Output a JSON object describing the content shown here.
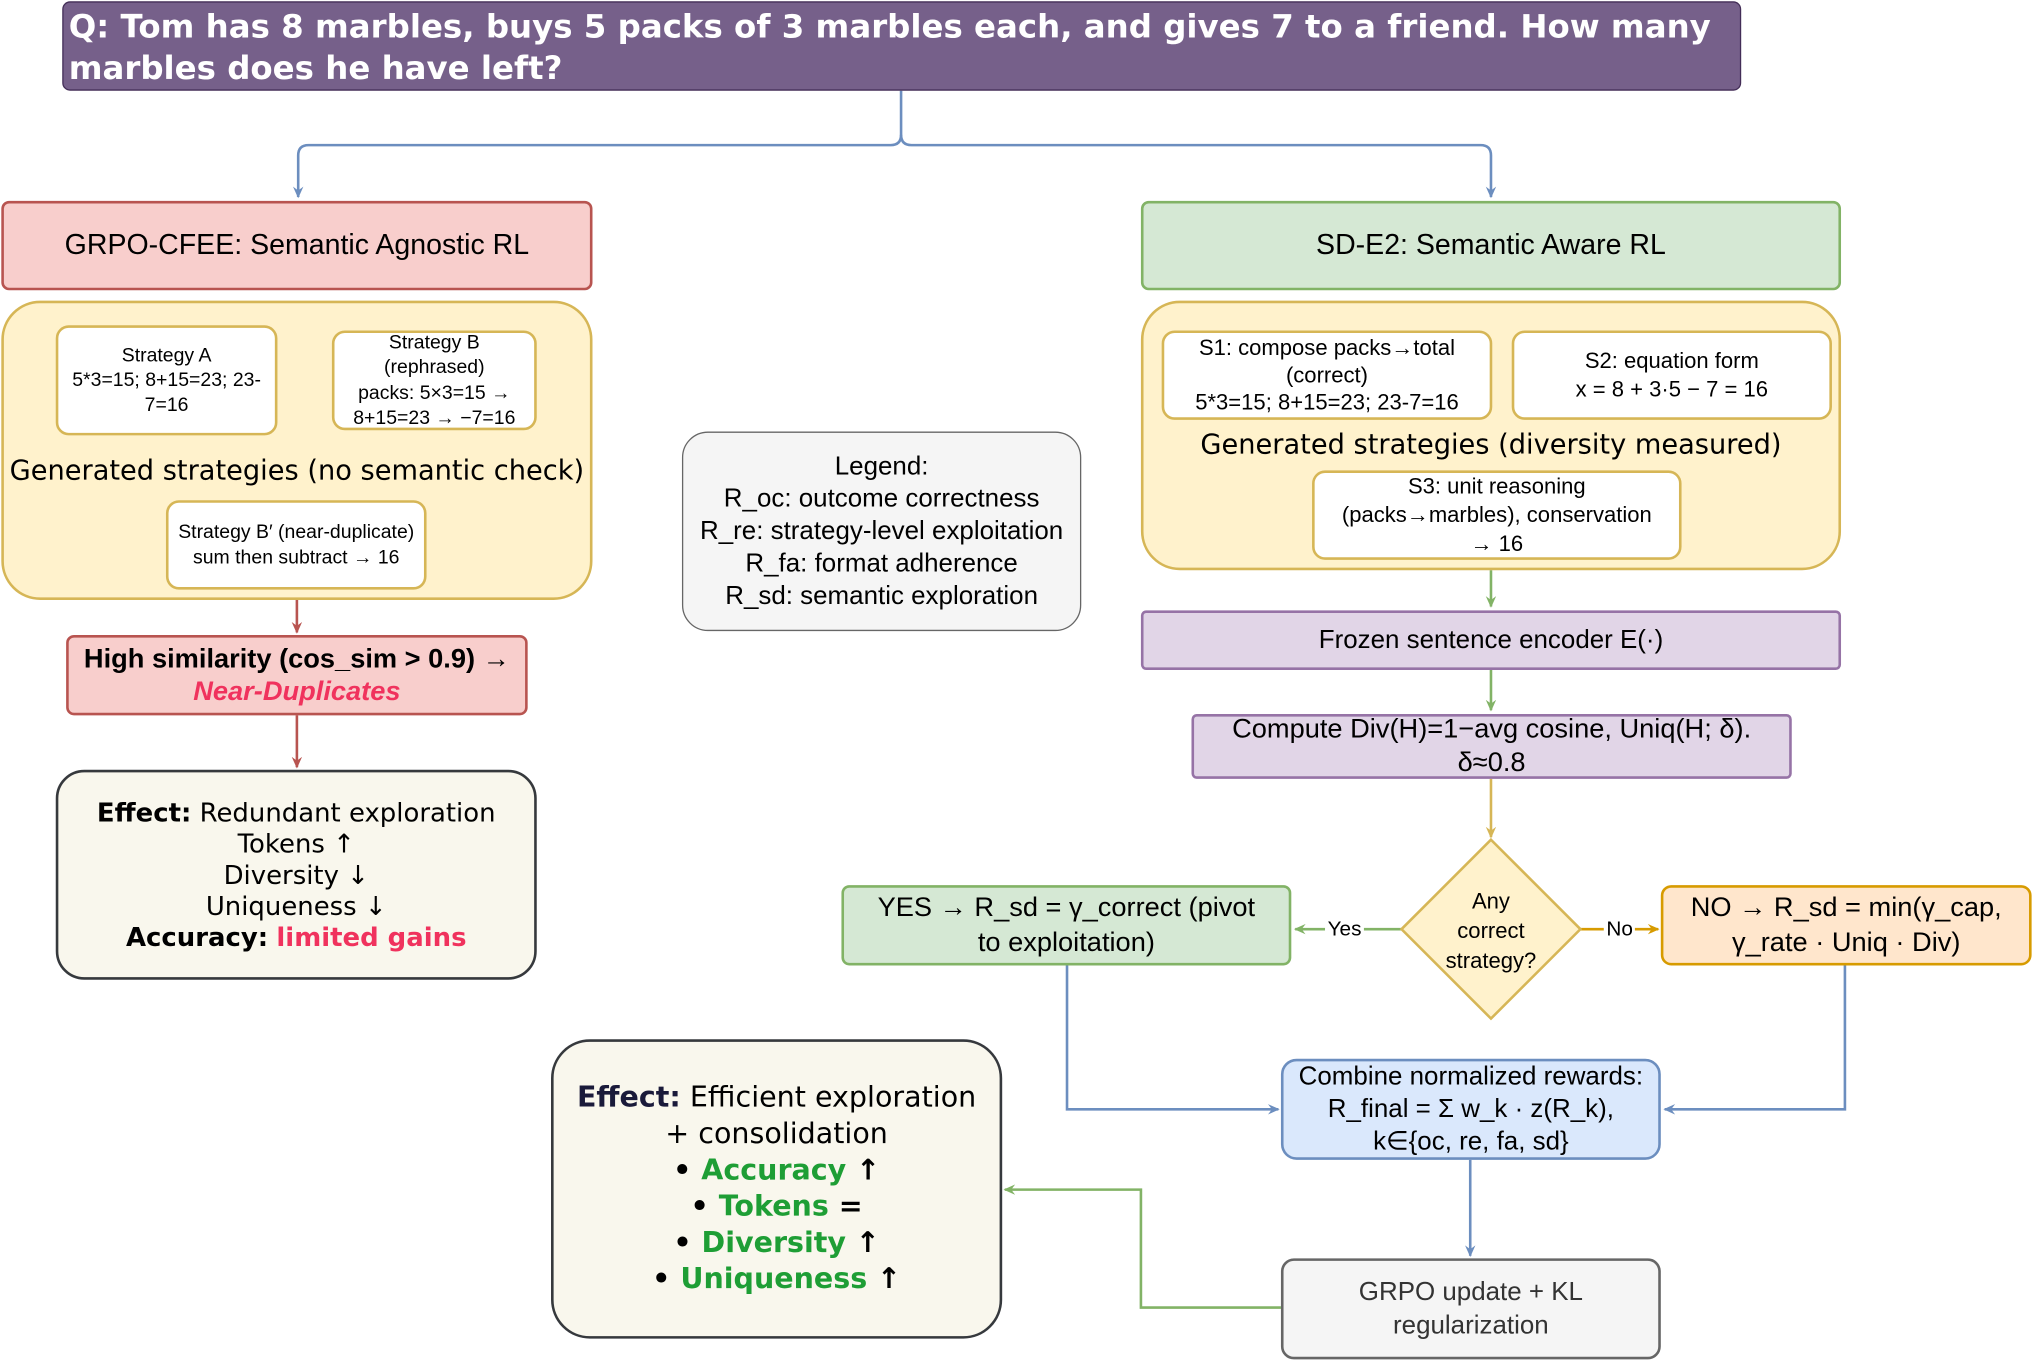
{
  "question": {
    "prefix": "Q:",
    "text": " Tom has 8 marbles, buys 5 packs of 3 marbles each, and gives 7 to a friend. How many marbles does he have left?"
  },
  "left": {
    "title": "GRPO-CFEE: Semantic Agnostic RL",
    "strategy_a": [
      "Strategy A",
      "5*3=15; 8+15=23; 23-7=16"
    ],
    "strategy_b": [
      "Strategy B",
      "(rephrased)",
      "packs: 5×3=15 →",
      "8+15=23 → −7=16"
    ],
    "group_label": "Generated strategies (no semantic check)",
    "strategy_b_prime": [
      "Strategy B′ (near-duplicate)",
      "sum then subtract → 16"
    ],
    "similarity": {
      "line1": "High similarity (cos_sim > 0.9) →",
      "line2": "Near-Duplicates"
    },
    "effect": {
      "label": "Effect:",
      "text": " Redundant exploration",
      "tokens": "Tokens ↑",
      "diversity": "Diversity ↓",
      "uniqueness": "Uniqueness ↓",
      "accuracy_label": "Accuracy:",
      "accuracy_value": "limited gains"
    }
  },
  "legend": {
    "title": "Legend:",
    "items": [
      "R_oc: outcome correctness",
      "R_re: strategy-level exploitation",
      "R_fa: format adherence",
      "R_sd: semantic exploration"
    ]
  },
  "right": {
    "title": "SD-E2: Semantic Aware RL",
    "s1": [
      "S1: compose packs→total",
      "(correct)",
      "5*3=15; 8+15=23; 23-7=16"
    ],
    "s2": [
      "S2: equation form",
      "x = 8 + 3·5 − 7 = 16"
    ],
    "group_label": "Generated strategies (diversity measured)",
    "s3": [
      "S3: unit reasoning",
      "(packs→marbles), conservation",
      "→ 16"
    ],
    "encoder": "Frozen sentence encoder E(·)",
    "compute": [
      "Compute Div(H)=1−avg cosine, Uniq(H; δ).",
      "δ≈0.8"
    ],
    "decision": [
      "Any",
      "correct",
      "strategy?"
    ],
    "yes_label": "Yes",
    "no_label": "No",
    "yes_box": [
      "YES → R_sd = γ_correct (pivot",
      "to exploitation)"
    ],
    "no_box": [
      "NO → R_sd = min(γ_cap,",
      "γ_rate · Uniq · Div)"
    ],
    "combine": [
      "Combine normalized rewards:",
      "R_final = Σ w_k · z(R_k),",
      "k∈{oc, re, fa, sd}"
    ],
    "update": [
      "GRPO update + KL",
      "regularization"
    ],
    "effect": {
      "label": "Effect:",
      "text": " Efficient exploration",
      "line2": "+ consolidation",
      "bullets": [
        {
          "name": "Accuracy",
          "arrow": " ↑"
        },
        {
          "name": "Tokens",
          "arrow": " ="
        },
        {
          "name": "Diversity",
          "arrow": " ↑"
        },
        {
          "name": "Uniqueness",
          "arrow": " ↑"
        }
      ],
      "bullet_char": "• "
    }
  },
  "colors": {
    "blue_edge": "#6c8ebf",
    "red_edge": "#b85450",
    "green_edge": "#82b366",
    "gold_edge": "#d6b656",
    "orange_edge": "#d79b00"
  }
}
